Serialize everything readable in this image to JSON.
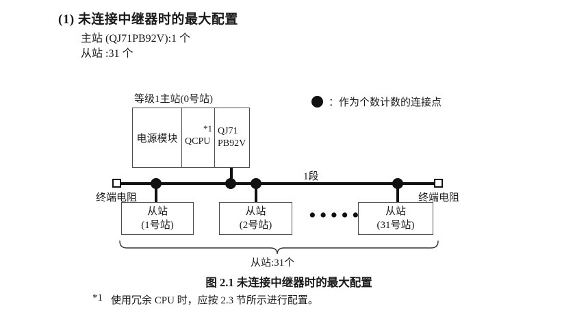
{
  "colors": {
    "ink": "#1a1a1a",
    "line": "#111111",
    "box_border": "#4d4d4d"
  },
  "header": {
    "heading": "(1) 未连接中继器时的最大配置",
    "master_count_line": "主站 (QJ71PB92V):1 个",
    "slave_count_line": "从站 :31 个"
  },
  "diagram": {
    "master_label": "等级1主站(0号站)",
    "master_cells": {
      "power": "电源模块",
      "cpu": "QCPU",
      "cpu_note": "*1",
      "module_line1": "QJ71",
      "module_line2": "PB92V"
    },
    "legend": {
      "symbol_icon": "filled-circle",
      "separator": "：",
      "text": "作为个数计数的连接点"
    },
    "segment_label": "1段",
    "terminal_left": "终端电阻",
    "terminal_right": "终端电阻",
    "slaves": [
      {
        "line1": "从站",
        "line2": "(1号站)"
      },
      {
        "line1": "从站",
        "line2": "(2号站)"
      },
      {
        "line1": "从站",
        "line2": "(31号站)"
      }
    ],
    "ellipsis": "••••••",
    "brace_label": "从站:31个"
  },
  "caption": "图 2.1 未连接中继器时的最大配置",
  "footnote": {
    "marker": "*1",
    "text": "使用冗余 CPU 时，应按 2.3 节所示进行配置。"
  }
}
